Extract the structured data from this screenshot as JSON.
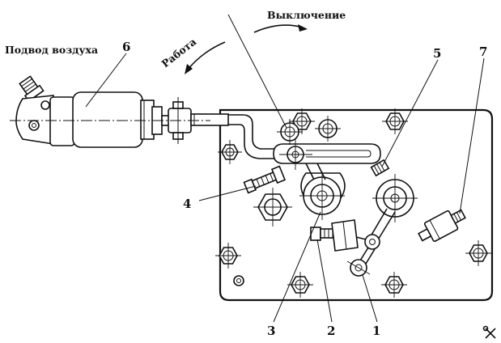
{
  "captions": {
    "air_supply": "Подвод воздуха",
    "off": "Выключение",
    "work": "Работа"
  },
  "callouts": [
    "1",
    "2",
    "3",
    "4",
    "5",
    "6",
    "7"
  ]
}
